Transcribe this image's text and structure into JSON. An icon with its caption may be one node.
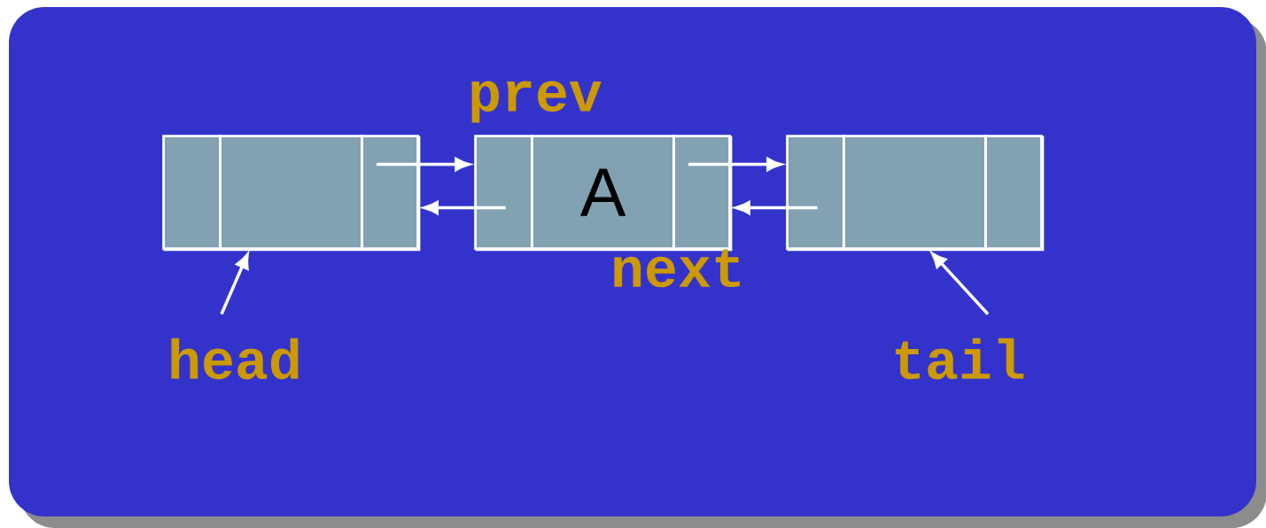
{
  "diagram": {
    "nodes": [
      {
        "text": [],
        "shape": "box"
      },
      {
        "text": [],
        "shape": "box",
        "in": 0
      },
      {
        "text": [],
        "shape": "box",
        "in": 0
      },
      {
        "text": [],
        "shape": "box",
        "in": 0
      },
      {
        "text": [],
        "shape": "box"
      },
      {
        "text": [],
        "shape": "box",
        "in": 4
      },
      {
        "text": [
          "A"
        ],
        "in": 4
      },
      {
        "text": [],
        "shape": "box",
        "in": 4
      },
      {
        "text": [],
        "shape": "box"
      },
      {
        "text": [],
        "shape": "box",
        "in": 8
      },
      {
        "text": [],
        "shape": "box",
        "in": 8
      },
      {
        "text": [],
        "shape": "box",
        "in": 8
      },
      {
        "text": [
          "head"
        ]
      },
      {
        "text": [
          "tail"
        ]
      }
    ],
    "edges": [
      {
        "from": 3,
        "to": 5,
        "arrow": "to"
      },
      {
        "from": 5,
        "to": 3,
        "arrow": "to"
      },
      {
        "from": 7,
        "to": 9,
        "arrow": "to"
      },
      {
        "from": 9,
        "to": 7,
        "arrow": "to"
      },
      {
        "from": 12,
        "to": 2,
        "arrow": "to"
      },
      {
        "from": 13,
        "to": 10,
        "arrow": "to"
      }
    ],
    "labels": [
      "prev",
      "next"
    ]
  }
}
